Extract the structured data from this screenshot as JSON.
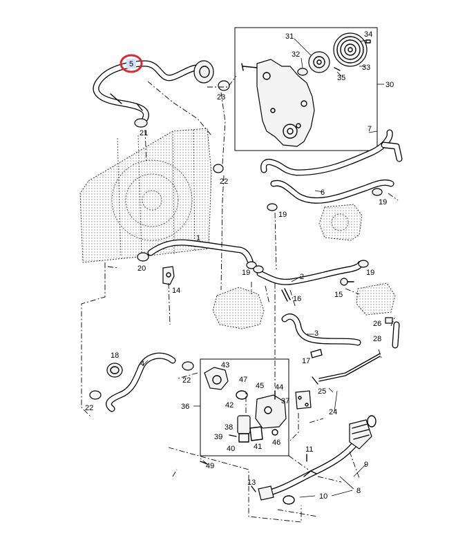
{
  "callouts": {
    "c1": "1",
    "c2": "2",
    "c3": "3",
    "c4": "4",
    "c5": "5",
    "c6": "6",
    "c7": "7",
    "c8": "8",
    "c9": "9",
    "c10": "10",
    "c11": "11",
    "c13": "13",
    "c14": "14",
    "c15": "15",
    "c16": "16",
    "c17": "17",
    "c18": "18",
    "c19a": "19",
    "c19b": "19",
    "c19c": "19",
    "c19d": "19",
    "c20": "20",
    "c21": "21",
    "c22a": "22",
    "c22b": "22",
    "c22c": "22",
    "c23": "23",
    "c24": "24",
    "c25": "25",
    "c26": "26",
    "c28": "28",
    "c30": "30",
    "c31": "31",
    "c32": "32",
    "c33": "33",
    "c34": "34",
    "c35": "35",
    "c36": "36",
    "c37": "37",
    "c38": "38",
    "c39": "39",
    "c40": "40",
    "c41": "41",
    "c42": "42",
    "c43": "43",
    "c44": "44",
    "c45": "45",
    "c46": "46",
    "c47": "47",
    "c49": "49"
  },
  "highlight": {
    "part": "5",
    "color": "#e0242a",
    "fill": "#cfe3f7"
  }
}
